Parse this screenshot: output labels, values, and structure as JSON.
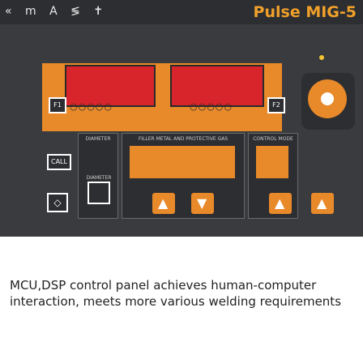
{
  "header": {
    "icon_glyphs": "« m A ≶ ✝",
    "title": "Pulse MIG-5"
  },
  "controls": {
    "f1_label": "F1",
    "f2_label": "F2",
    "call_label": "CALL",
    "section_diameter": "DIAMETER",
    "section_filler": "FILLER METAL AND PROTECTIVE GAS",
    "section_control": "CONTROL MODE",
    "diameter_label": "DIAMETER"
  },
  "caption": {
    "line1": "MCU,DSP control panel achieves human-computer",
    "line2": "interaction, meets more various welding requirements"
  },
  "colors": {
    "panel": "#3a3b3f",
    "accent": "#e8892a",
    "display": "#d8242b",
    "title": "#f0a02a"
  }
}
